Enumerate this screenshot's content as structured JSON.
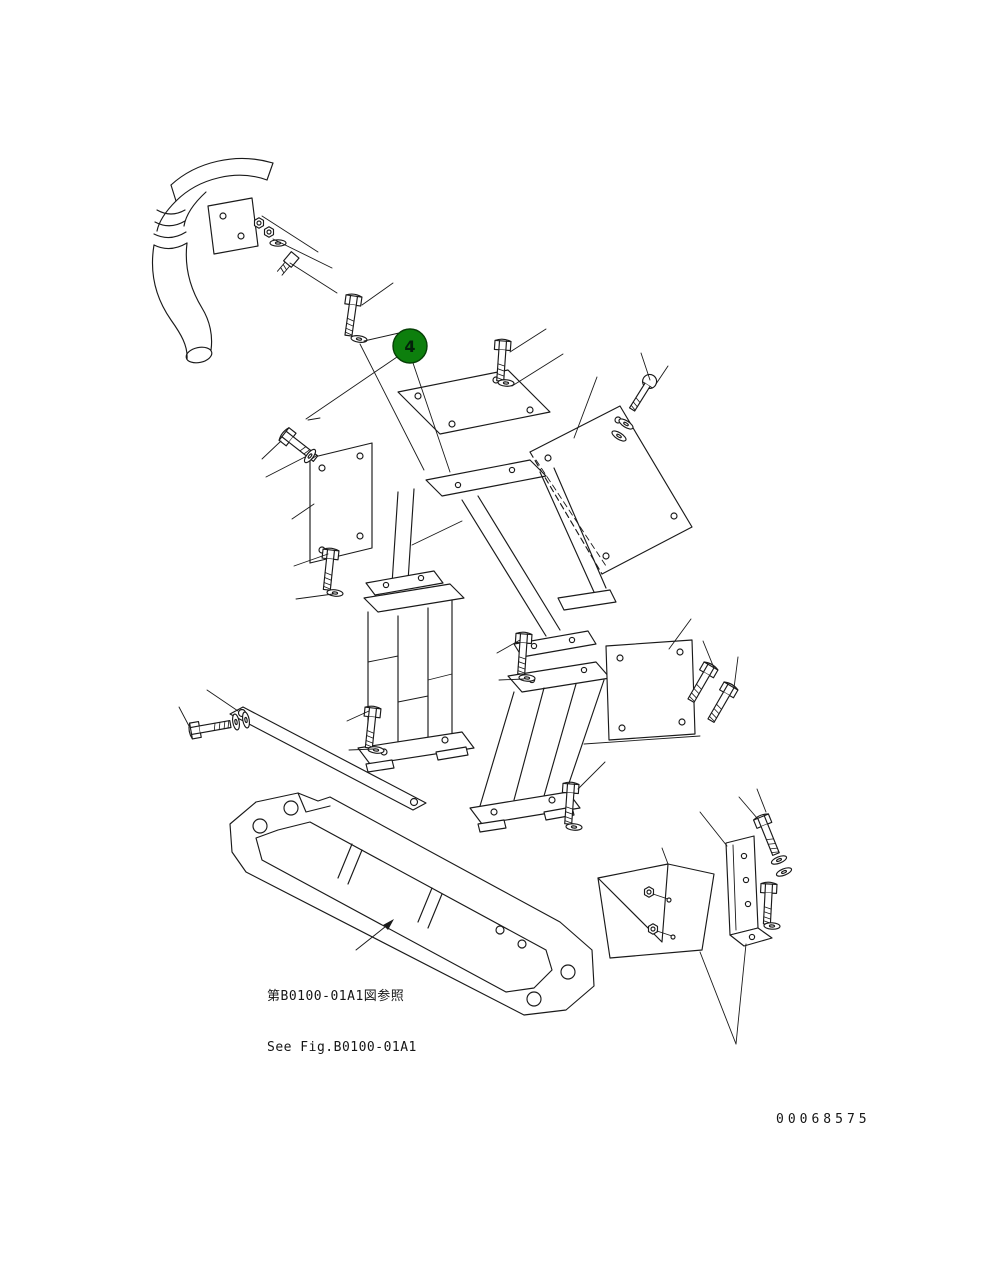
{
  "diagram": {
    "callout": {
      "number": "4",
      "fill_color": "#0d7f0d",
      "edge_color": "#063f06"
    },
    "reference_note": {
      "line1": "第B0100-01A1図参照",
      "line2": "See Fig.B0100-01A1"
    },
    "drawing_number": "00068575",
    "line_color": "#1a1a1a",
    "background_color": "#ffffff"
  }
}
